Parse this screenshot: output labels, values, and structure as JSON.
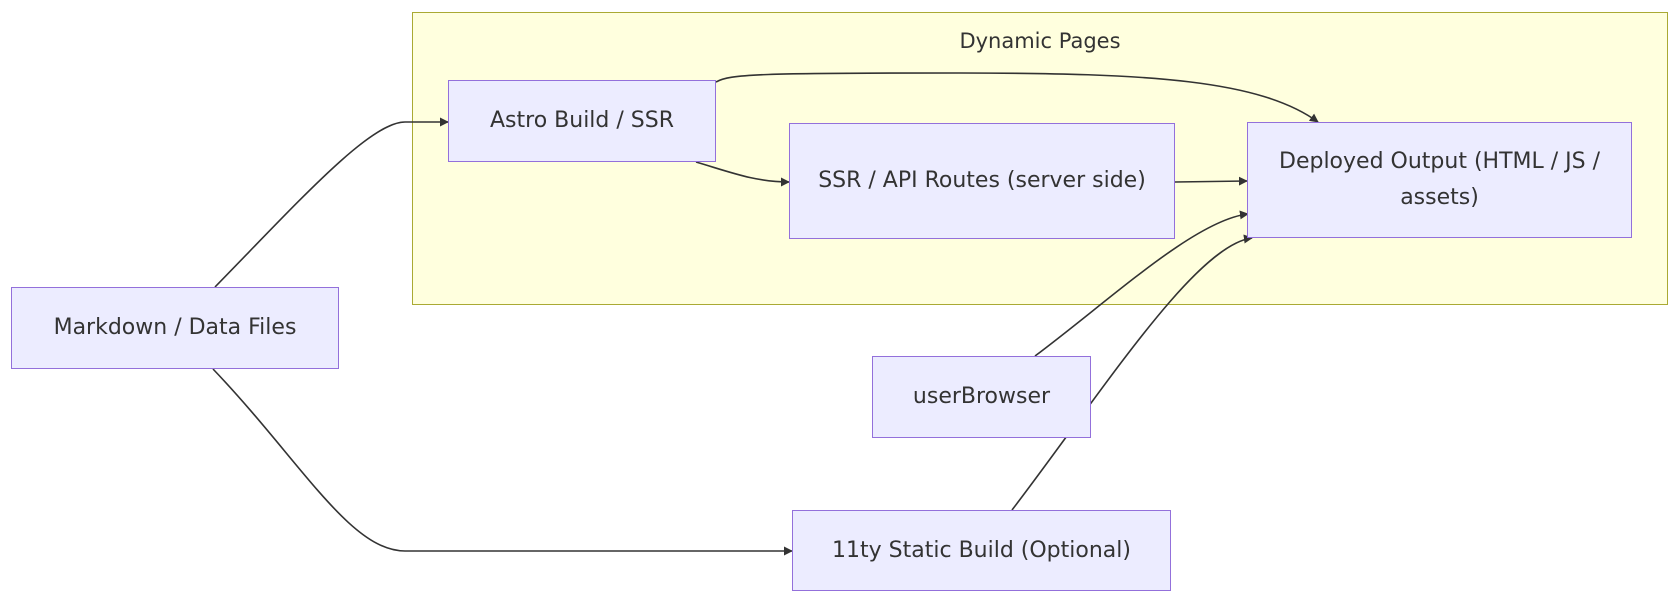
{
  "diagram": {
    "cluster": {
      "title": "Dynamic Pages"
    },
    "nodes": {
      "astro": "Astro Build / SSR",
      "ssr_routes": "SSR / API Routes (server side)",
      "deployed": "Deployed Output (HTML / JS / assets)",
      "markdown": "Markdown / Data Files",
      "user_browser": "userBrowser",
      "eleventy": "11ty Static Build (Optional)"
    },
    "edges": [
      {
        "from": "markdown",
        "to": "astro"
      },
      {
        "from": "markdown",
        "to": "eleventy"
      },
      {
        "from": "astro",
        "to": "ssr_routes"
      },
      {
        "from": "astro",
        "to": "deployed"
      },
      {
        "from": "ssr_routes",
        "to": "deployed"
      },
      {
        "from": "user_browser",
        "to": "deployed"
      },
      {
        "from": "eleventy",
        "to": "deployed"
      }
    ],
    "colors": {
      "node_fill": "#ececff",
      "node_border": "#9370db",
      "cluster_fill": "#ffffde",
      "cluster_border": "#aaaa33",
      "edge": "#333333"
    }
  }
}
